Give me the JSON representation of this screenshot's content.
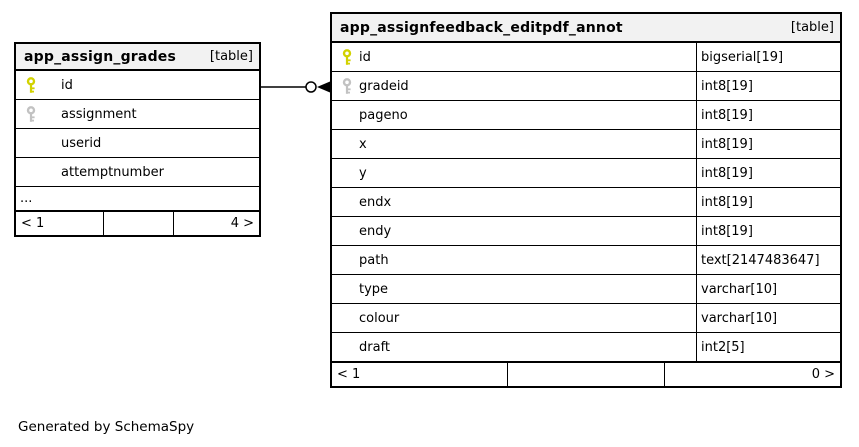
{
  "diagram": {
    "generated_by": "Generated by SchemaSpy",
    "colors": {
      "header_bg": "#f2f2f2",
      "border": "#000000",
      "key_primary": "#d2d200",
      "key_foreign": "#c2c2c2"
    },
    "relationship": {
      "from_table": "app_assign_grades",
      "from_column": "id",
      "to_table": "app_assignfeedback_editpdf_annot",
      "to_column": "gradeid"
    },
    "tables": [
      {
        "name": "app_assign_grades",
        "tag": "[table]",
        "columns": [
          {
            "name": "id",
            "key": "primary"
          },
          {
            "name": "assignment",
            "key": "foreign"
          },
          {
            "name": "userid"
          },
          {
            "name": "attemptnumber"
          }
        ],
        "ellipsis": "...",
        "footer": {
          "left": "< 1",
          "middle": "",
          "right": "4 >"
        }
      },
      {
        "name": "app_assignfeedback_editpdf_annot",
        "tag": "[table]",
        "columns": [
          {
            "name": "id",
            "type": "bigserial[19]",
            "key": "primary"
          },
          {
            "name": "gradeid",
            "type": "int8[19]",
            "key": "foreign"
          },
          {
            "name": "pageno",
            "type": "int8[19]"
          },
          {
            "name": "x",
            "type": "int8[19]"
          },
          {
            "name": "y",
            "type": "int8[19]"
          },
          {
            "name": "endx",
            "type": "int8[19]"
          },
          {
            "name": "endy",
            "type": "int8[19]"
          },
          {
            "name": "path",
            "type": "text[2147483647]"
          },
          {
            "name": "type",
            "type": "varchar[10]"
          },
          {
            "name": "colour",
            "type": "varchar[10]"
          },
          {
            "name": "draft",
            "type": "int2[5]"
          }
        ],
        "footer": {
          "left": "< 1",
          "middle": "",
          "right": "0 >"
        }
      }
    ]
  }
}
